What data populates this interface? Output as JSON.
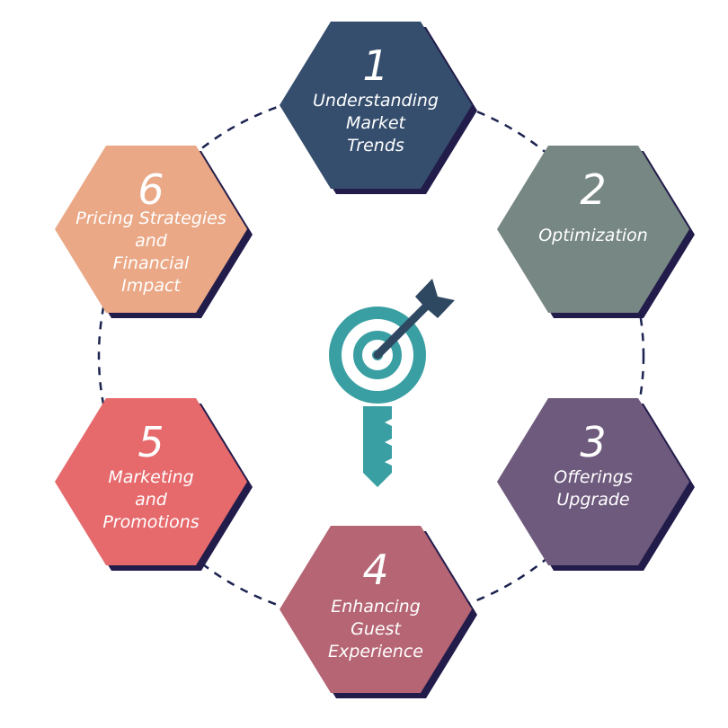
{
  "steps": [
    {
      "number": "1",
      "label": [
        "Understanding",
        "Market",
        "Trends"
      ],
      "color": "#354e6e"
    },
    {
      "number": "2",
      "label": [
        "Optimization"
      ],
      "color": "#778783"
    },
    {
      "number": "3",
      "label": [
        "Offerings",
        "Upgrade"
      ],
      "color": "#6e5a7d"
    },
    {
      "number": "4",
      "label": [
        "Enhancing",
        "Guest",
        "Experience"
      ],
      "color": "#b56574"
    },
    {
      "number": "5",
      "label": [
        "Marketing",
        "and",
        "Promotions"
      ],
      "color": "#e6696c"
    },
    {
      "number": "6",
      "label": [
        "Pricing Strategies",
        "and",
        "Financial",
        "Impact"
      ],
      "color": "#eaa886"
    }
  ],
  "center_icon": "key-target-arrow-icon",
  "colors": {
    "shadow": "#221c4a",
    "ring": "#1c2350",
    "key": "#3a9fa3",
    "arrow": "#2f4862"
  }
}
